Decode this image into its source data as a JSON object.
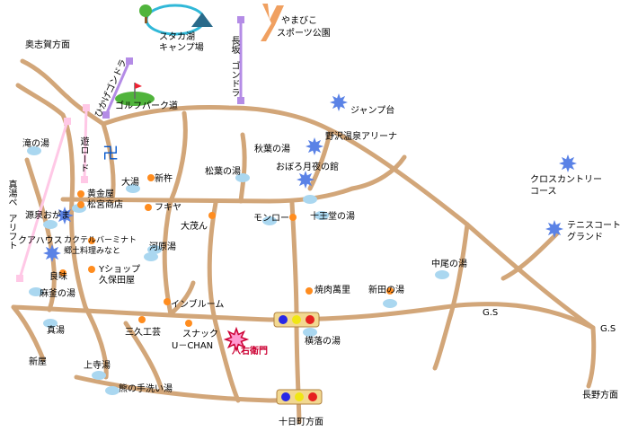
{
  "places": {
    "okushiga": "奥志賀方面",
    "sutaka_lake": "スタカ湖",
    "sutaka_camp": "キャンプ場",
    "nagasaka_gondola_1": "長坂",
    "nagasaka_gondola_2": "ゴンドラ",
    "yamabiko_1": "やまびこ",
    "yamabiko_2": "スポーツ公園",
    "hikage_gondola": "ひかげゴンドラ",
    "golf_park": "ゴルフパーク道",
    "jump": "ジャンプ台",
    "nozawa_arena": "野沢温泉アリーナ",
    "taki_no_yu": "滝の湯",
    "yu_road": "遊ロード",
    "shinto_ropeway_1": "真湯ペ",
    "shinto_ropeway_2": "アリフト",
    "akiha_no_yu": "秋葉の湯",
    "oboro_yakata": "おぼろ月夜の館",
    "matsuba_no_yu": "松葉の湯",
    "cross_country_1": "クロスカントリー",
    "cross_country_2": "コース",
    "ogon_ya": "黄金屋",
    "matsumiya": "松宮商店",
    "ogama": "源泉おがま",
    "oyu": "大湯",
    "shinkine": "新杵",
    "fukiya": "フキヤ",
    "monro": "モンロー",
    "jukkendo": "十王堂の湯",
    "tennis_1": "テニスコート",
    "tennis_2": "グランド",
    "kurhaus": "クアハウス",
    "cocktail": "カクテルバーミナト",
    "kyodo_ryori": "郷土料理みなと",
    "kawarayu": "河原湯",
    "omo": "大茂ん",
    "nakao_no_yu": "中尾の湯",
    "ryomi": "良味",
    "y_shop": "Yショップ",
    "kubotaya": "久保田屋",
    "asagama": "麻釜の湯",
    "yakiniku": "焼肉萬里",
    "shinden": "新田の湯",
    "gs1": "G.S",
    "inbloom": "インブルーム",
    "shinyu": "真湯",
    "sankyu": "三久工芸",
    "snack": "スナック",
    "uchan": "U－CHAN",
    "hachiemon": "八右衛門",
    "yokochi": "横落の湯",
    "gs2": "G.S",
    "shinya": "新屋",
    "kamidera": "上寺湯",
    "kuma": "熊の手洗い湯",
    "nagano": "長野方面",
    "tokamachi": "十日町方面"
  },
  "colors": {
    "road": "#d2a679",
    "ropeway_lavender": "#b48ce6",
    "ropeway_pink": "#ffc8e6",
    "onsen": "#aad7f0",
    "shop_dot": "#ff8c1e",
    "star": "#5a82e6",
    "hachiemon_star": "#cc0033",
    "signal_red": "#e62020",
    "signal_yellow": "#f0e614",
    "signal_blue": "#2828e6",
    "golf_green": "#50b43c"
  }
}
